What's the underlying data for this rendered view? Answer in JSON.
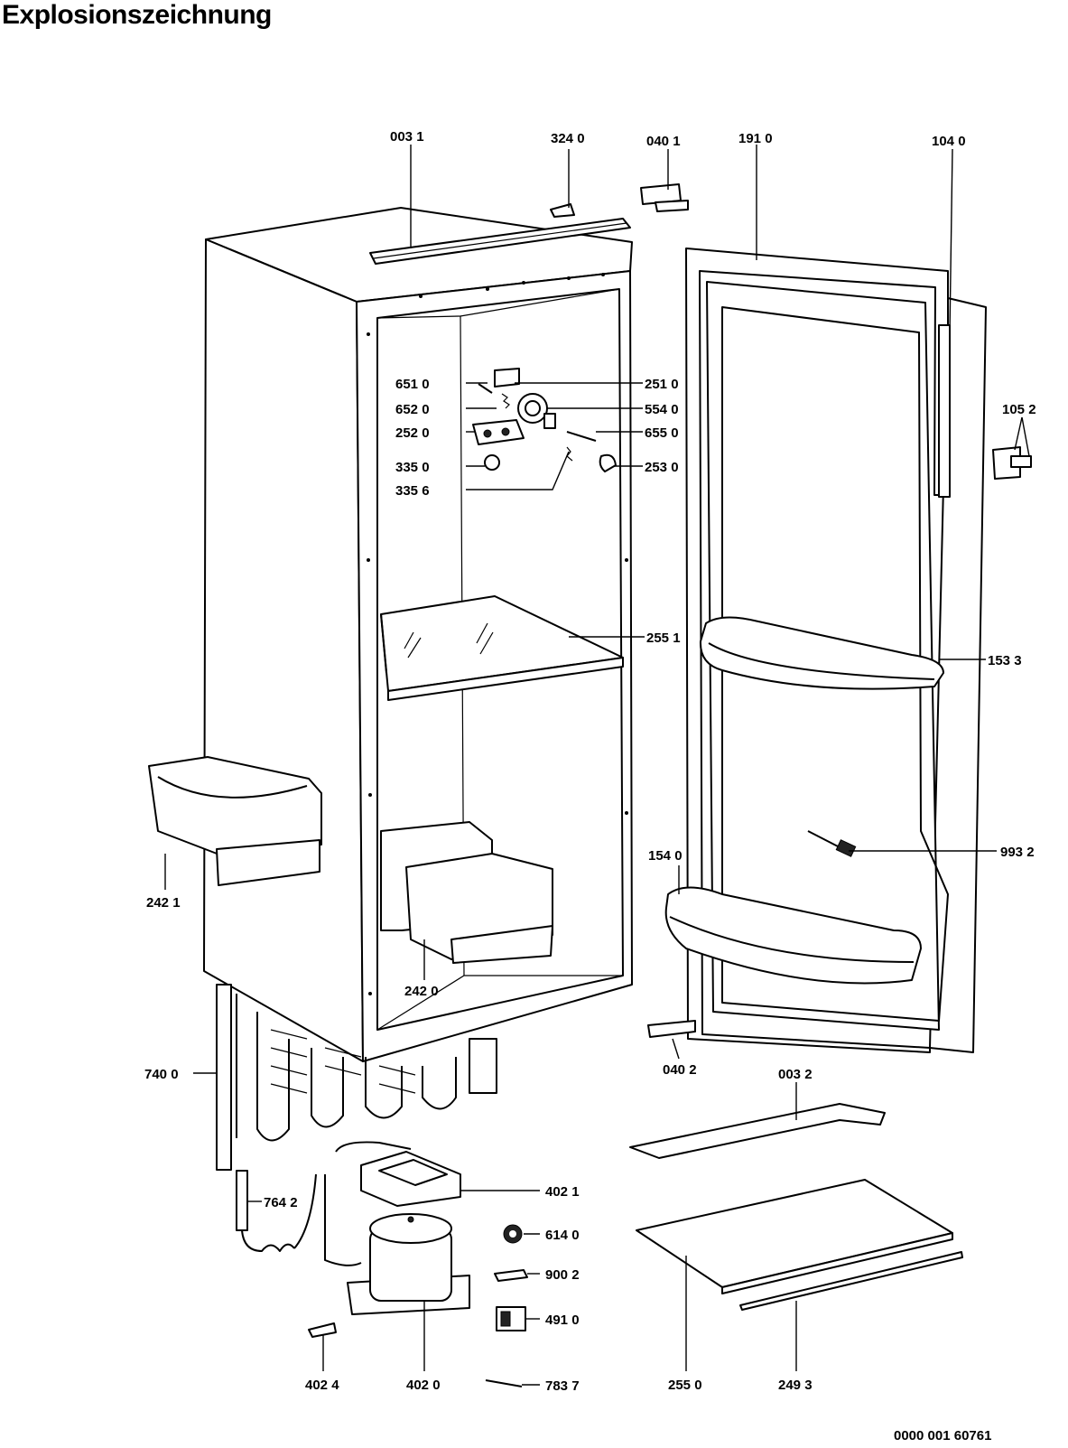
{
  "title": "Explosionszeichnung",
  "drawing_number": "0000 001 60761",
  "labels": {
    "p0031": "003 1",
    "p3240": "324 0",
    "p0401": "040 1",
    "p1910": "191 0",
    "p1040": "104 0",
    "p6510": "651 0",
    "p6520": "652 0",
    "p2520": "252 0",
    "p3350": "335 0",
    "p3356": "335 6",
    "p2510": "251 0",
    "p5540": "554 0",
    "p6550": "655 0",
    "p2530": "253 0",
    "p1052": "105 2",
    "p2551": "255 1",
    "p1533": "153 3",
    "p2421": "242 1",
    "p2420": "242 0",
    "p1540": "154 0",
    "p9932": "993 2",
    "p7400": "740 0",
    "p0402": "040 2",
    "p0032": "003 2",
    "p4021": "402 1",
    "p7642": "764 2",
    "p6140": "614 0",
    "p9002": "900 2",
    "p4910": "491 0",
    "p7837": "783 7",
    "p4024": "402 4",
    "p4020": "402 0",
    "p2550": "255 0",
    "p2493": "249 3"
  }
}
